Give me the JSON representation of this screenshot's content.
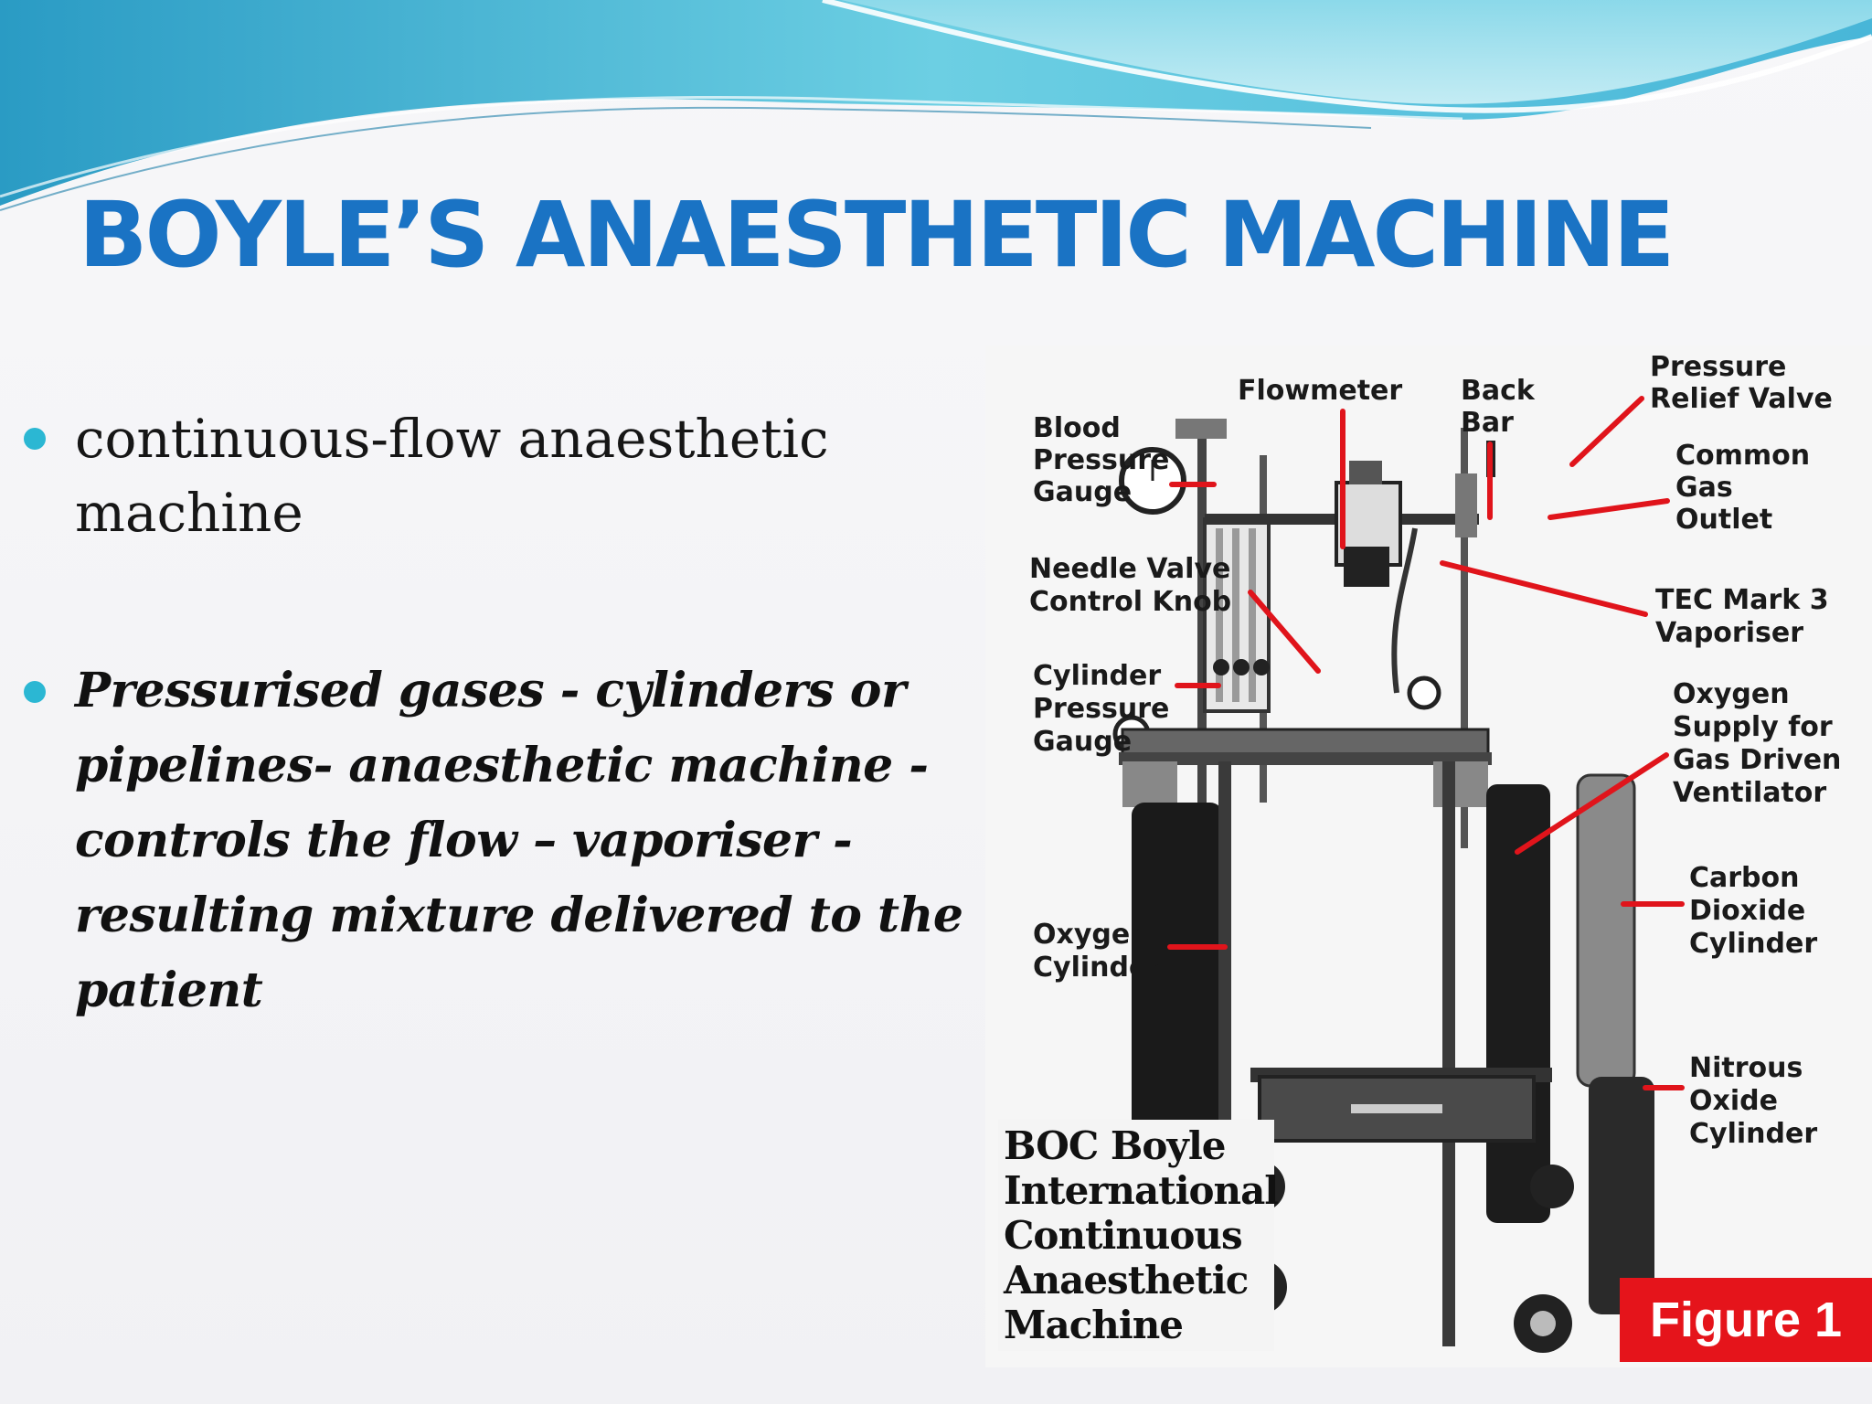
{
  "slide": {
    "title": "BOYLE’S ANAESTHETIC MACHINE",
    "bullets": [
      "continuous-flow  anaesthetic machine",
      "Pressurised gases - cylinders or pipelines- anaesthetic machine - controls the flow – vaporiser -resulting mixture delivered  to the patient"
    ]
  },
  "figure": {
    "labels": {
      "flowmeter": "Flowmeter",
      "back_bar": [
        "Back",
        "Bar"
      ],
      "pressure_relief_valve": [
        "Pressure",
        "Relief Valve"
      ],
      "blood_pressure_gauge": [
        "Blood",
        "Pressure",
        "Gauge"
      ],
      "common_gas_outlet": [
        "Common",
        "Gas",
        "Outlet"
      ],
      "needle_valve_control_knob": [
        "Needle Valve",
        "Control Knob"
      ],
      "tec_mark_3_vaporiser": [
        "TEC Mark 3",
        "Vaporiser"
      ],
      "cylinder_pressure_gauge": [
        "Cylinder",
        "Pressure",
        "Gauge"
      ],
      "oxygen_supply_ventilator": [
        "Oxygen",
        "Supply for",
        "Gas Driven",
        "Ventilator"
      ],
      "carbon_dioxide_cylinder": [
        "Carbon",
        "Dioxide",
        "Cylinder"
      ],
      "oxygen_cylinder": [
        "Oxygen",
        "Cylinder"
      ],
      "nitrous_oxide_cylinder": [
        "Nitrous",
        "Oxide",
        "Cylinder"
      ]
    },
    "caption": [
      "BOC Boyle",
      "International",
      "Continuous",
      "Anaesthetic",
      "Machine"
    ],
    "badge": "Figure 1"
  },
  "colors": {
    "title": "#1a73c4",
    "bullet": "#2bb7d3",
    "leader_line": "#e0141b",
    "badge": "#e5141b",
    "wave": "#5fc3dc"
  }
}
